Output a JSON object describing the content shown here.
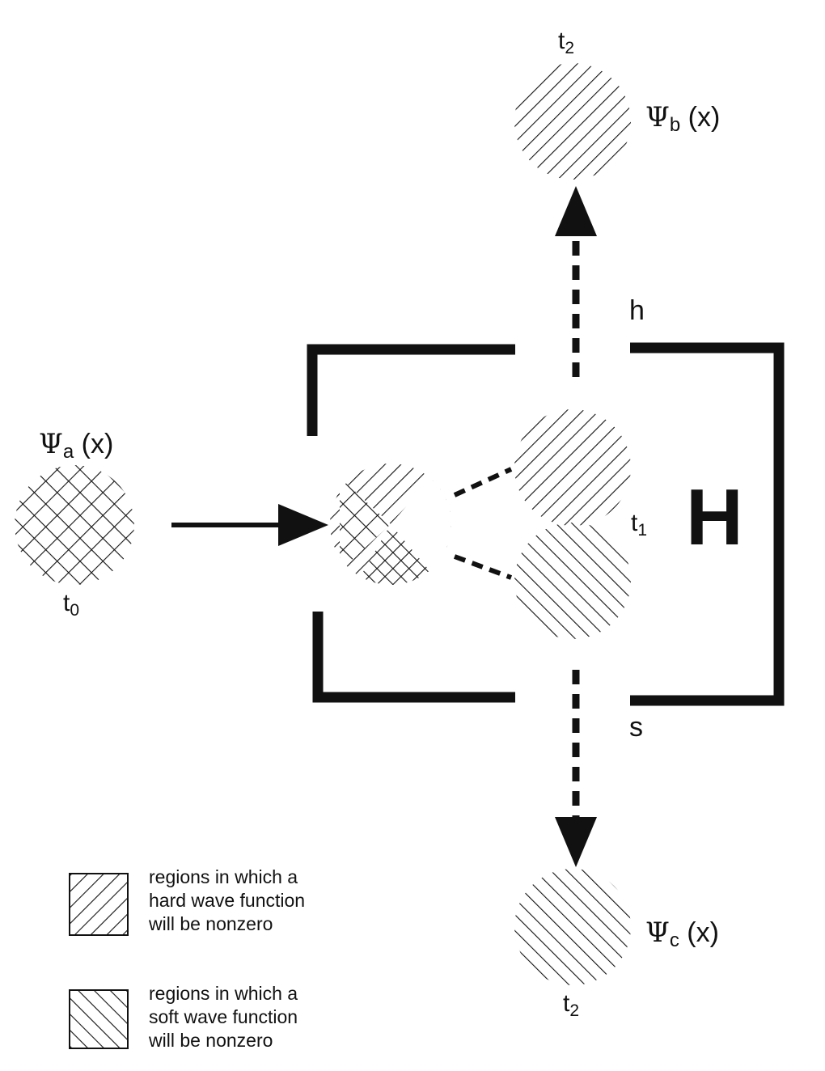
{
  "labels": {
    "psi_symbol": "Ψ",
    "psi_a_sub": "a",
    "psi_b_sub": "b",
    "psi_c_sub": "c",
    "psi_arg": "(x)",
    "t_symbol": "t",
    "t0_sub": "0",
    "t1_sub": "1",
    "t2_sub": "2",
    "gate_h": "h",
    "gate_s": "s",
    "device": "H"
  },
  "legend": [
    {
      "pattern": "hard",
      "text": "regions in which a\nhard wave function\nwill be nonzero"
    },
    {
      "pattern": "soft",
      "text": "regions in which a\nsoft wave function\nwill be nonzero"
    }
  ],
  "colors": {
    "ink": "#111111",
    "background": "#ffffff"
  }
}
